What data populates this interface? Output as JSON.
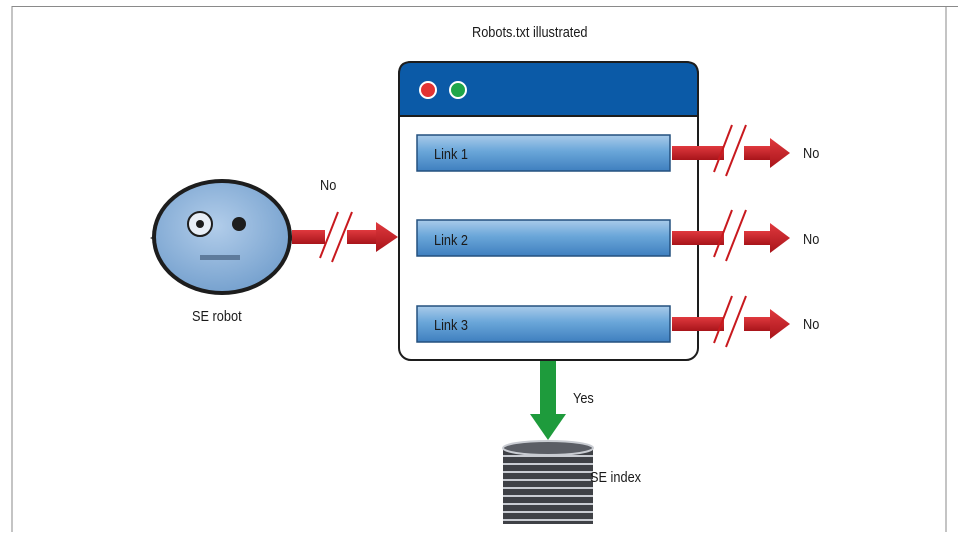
{
  "diagram": {
    "title": "Robots.txt illustrated",
    "robot": {
      "label": "SE robot"
    },
    "incoming_arrow_label": "No",
    "links": [
      {
        "label": "Link 1",
        "result": "No"
      },
      {
        "label": "Link 2",
        "result": "No"
      },
      {
        "label": "Link 3",
        "result": "No"
      }
    ],
    "index_arrow_label": "Yes",
    "index": {
      "label": "SE index"
    }
  },
  "colors": {
    "window_blue": "#0b5aa7",
    "link_bar": "#6aa6d9",
    "deny_arrow": "#c8191e",
    "allow_arrow": "#1e9b3c",
    "robot_face": "#8fb4dc",
    "database": "#3f4146"
  },
  "icons": [
    "robot-face-icon",
    "close-dot-icon",
    "maximize-dot-icon",
    "database-icon"
  ]
}
